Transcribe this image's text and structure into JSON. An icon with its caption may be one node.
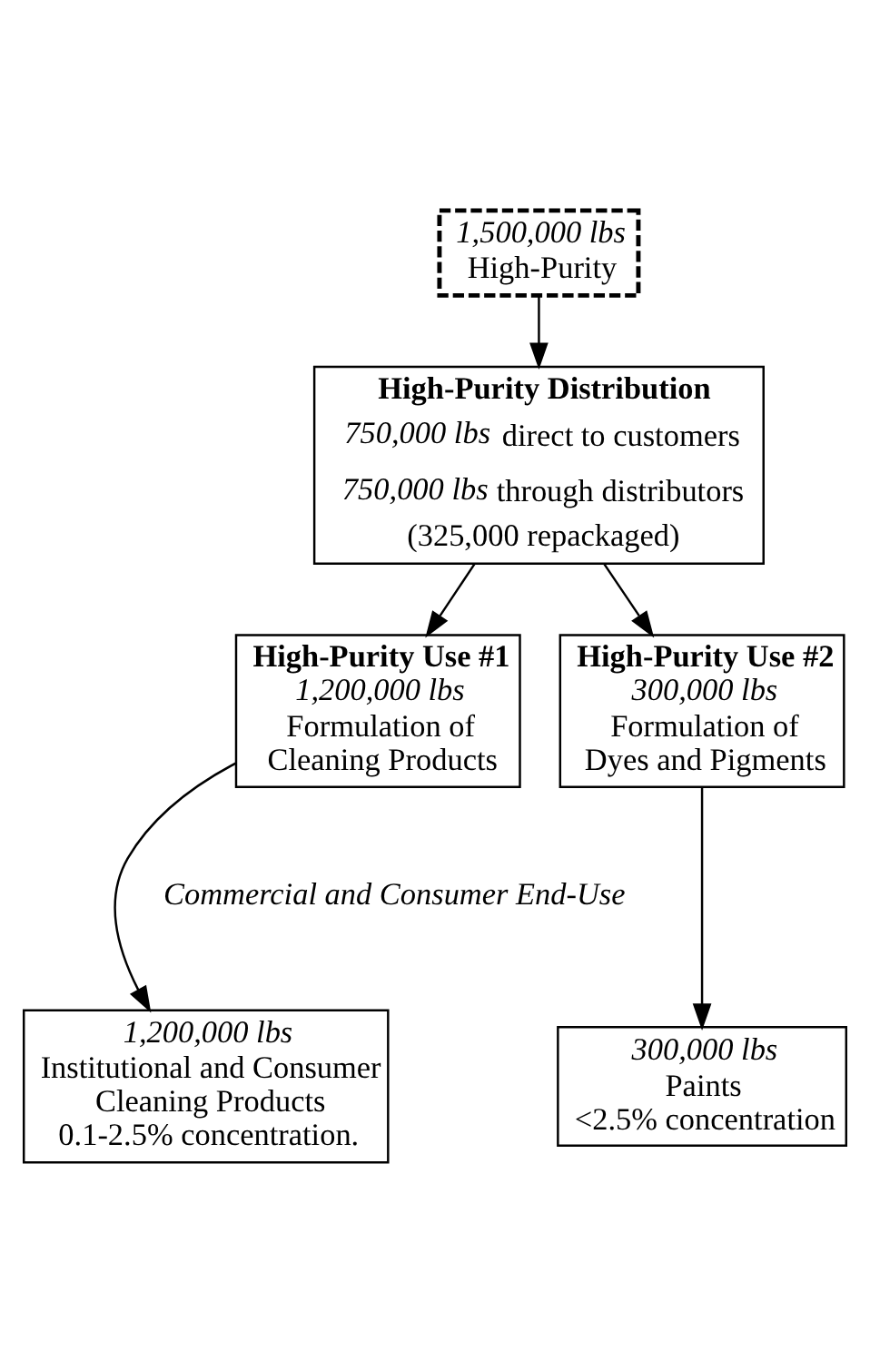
{
  "diagram": {
    "nodes": [
      {
        "text": [
          "*1,500,000 lbs*",
          "High-Purity"
        ]
      },
      {
        "text": [
          "High-Purity Distribution",
          "*750,000 lbs* direct to customers",
          "*750,000 lbs* through distributors",
          "(325,000 repackaged)"
        ]
      },
      {
        "text": [
          "High-Purity Use #1",
          "*1,200,000 lbs*",
          "Formulation of Cleaning Products"
        ]
      },
      {
        "text": [
          "High-Purity Use #2",
          "*300,000 lbs*",
          "Formulation of Dyes and Pigments"
        ]
      },
      {
        "text": [
          "*1,200,000 lbs*",
          "Institutional and Consumer Cleaning Products",
          "0.1-2.5% concentration."
        ]
      },
      {
        "text": [
          "*300,000 lbs*",
          "Paints",
          "<2.5% concentration"
        ]
      }
    ],
    "edges": [
      {
        "from": 0,
        "to": 1,
        "arrow": "to"
      },
      {
        "from": 1,
        "to": 2,
        "arrow": "to"
      },
      {
        "from": 1,
        "to": 3,
        "arrow": "to"
      },
      {
        "from": 2,
        "to": 4,
        "arrow": "to"
      },
      {
        "from": 3,
        "to": 5,
        "arrow": "to"
      }
    ],
    "labels": [
      "Commercial and Consumer End-Use"
    ]
  }
}
